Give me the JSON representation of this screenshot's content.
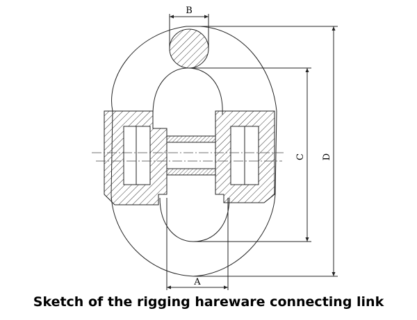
{
  "caption": "Sketch of the rigging hareware connecting link",
  "dimensions": {
    "a": "A",
    "b": "B",
    "c": "C",
    "d": "D"
  },
  "colors": {
    "stroke": "#222222",
    "hatch": "#333333",
    "background": "#ffffff"
  }
}
